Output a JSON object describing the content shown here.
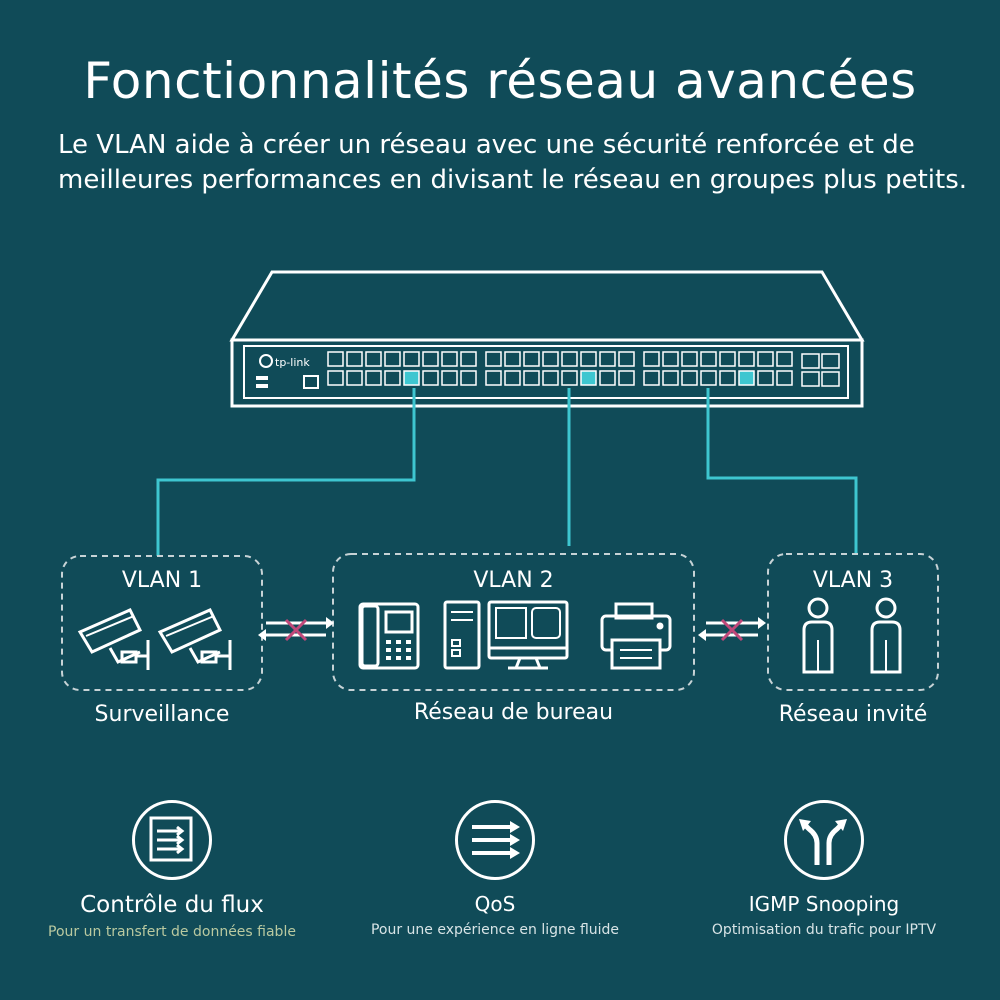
{
  "header": {
    "title": "Fonctionnalités réseau avancées",
    "description": "Le VLAN aide à créer un réseau avec une sécurité renforcée et de meilleures performances en divisant le réseau en groupes plus petits."
  },
  "switch": {
    "brand": "tp-link"
  },
  "vlans": [
    {
      "label": "VLAN 1",
      "group": "Surveillance"
    },
    {
      "label": "VLAN 2",
      "group": "Réseau de bureau"
    },
    {
      "label": "VLAN 3",
      "group": "Réseau invité"
    }
  ],
  "features": [
    {
      "title": "Contrôle du flux",
      "description": "Pour un transfert de données fiable",
      "icon": "flow-control-icon"
    },
    {
      "title": "QoS",
      "description": "Pour une expérience en ligne fluide",
      "icon": "qos-arrows-icon"
    },
    {
      "title": "IGMP Snooping",
      "description": "Optimisation du trafic pour IPTV",
      "icon": "igmp-split-icon"
    }
  ],
  "colors": {
    "background": "#104b58",
    "link": "#3ec6d0",
    "block": "#c0487a"
  }
}
